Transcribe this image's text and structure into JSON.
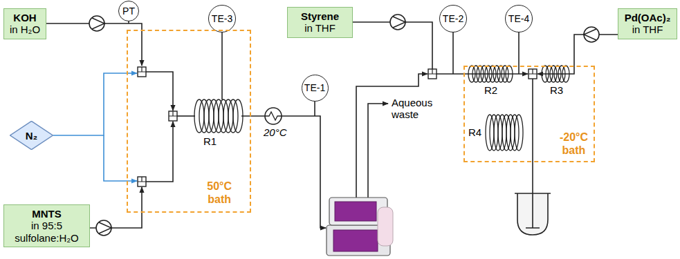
{
  "diagram": {
    "nodes": [
      {
        "text": [
          "KOH",
          "in H₂O"
        ]
      },
      {
        "text": [
          "PT"
        ]
      },
      {
        "text": [
          "TE-3"
        ]
      },
      {
        "text": [
          "Styrene",
          "in THF"
        ]
      },
      {
        "text": [
          "TE-2"
        ]
      },
      {
        "text": [
          "TE-4"
        ]
      },
      {
        "text": [
          "Pd(OAc)₂",
          "in THF"
        ]
      },
      {
        "text": [
          "N₂"
        ]
      },
      {
        "text": [
          "50°C bath"
        ]
      },
      {
        "text": [
          "TE-1"
        ]
      },
      {
        "text": [
          "-20°C bath"
        ]
      },
      {
        "text": [
          "MNTS",
          "in 95:5 sulfolane:H₂O"
        ]
      }
    ],
    "edges": [
      {
        "from": 0,
        "to": 8,
        "arrow": "none"
      },
      {
        "from": 7,
        "to": 8,
        "arrow": "none"
      },
      {
        "from": 11,
        "to": 8,
        "arrow": "none"
      },
      {
        "from": 3,
        "to": 10,
        "arrow": "none"
      },
      {
        "from": 6,
        "to": 10,
        "arrow": "none"
      }
    ],
    "labels": [
      "R1",
      "20°C",
      "Aqueous waste",
      "R2",
      "R3",
      "R4"
    ]
  }
}
